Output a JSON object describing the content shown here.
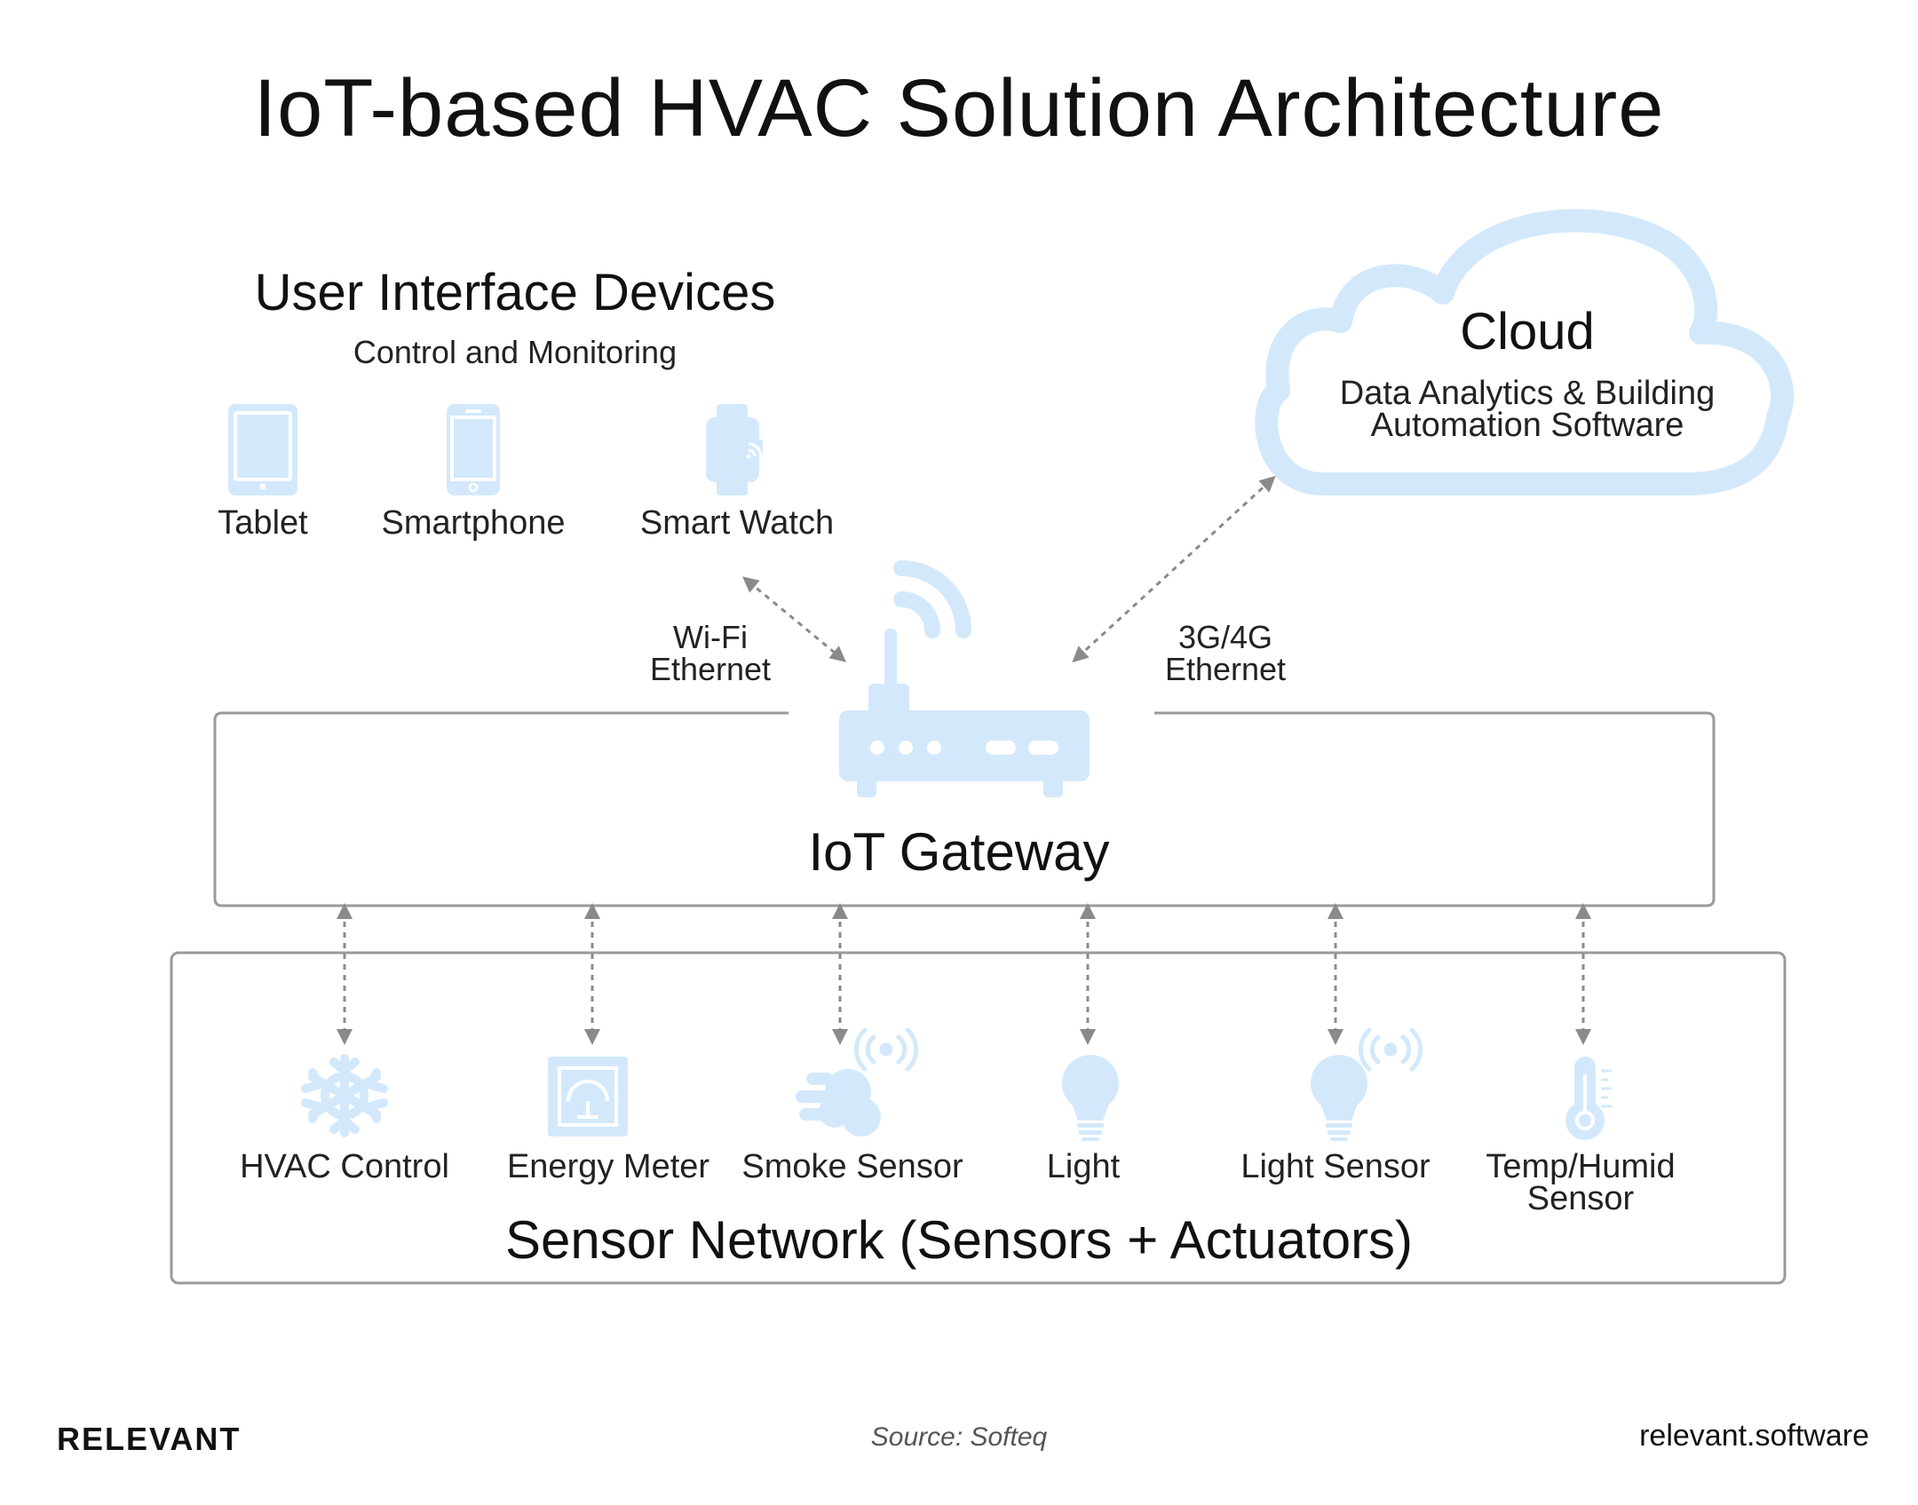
{
  "title": "IoT-based HVAC Solution Architecture",
  "user_interface": {
    "title": "User Interface Devices",
    "subtitle": "Control and Monitoring",
    "devices": [
      {
        "label": "Tablet",
        "icon": "tablet-icon"
      },
      {
        "label": "Smartphone",
        "icon": "smartphone-icon"
      },
      {
        "label": "Smart Watch",
        "icon": "smartwatch-icon"
      }
    ]
  },
  "cloud": {
    "title": "Cloud",
    "subtitle_line1": "Data Analytics & Building",
    "subtitle_line2": "Automation Software"
  },
  "connections": {
    "left_line1": "Wi-Fi",
    "left_line2": "Ethernet",
    "right_line1": "3G/4G",
    "right_line2": "Ethernet"
  },
  "gateway": {
    "label": "IoT Gateway",
    "icon": "router-icon"
  },
  "sensor_network": {
    "label": "Sensor Network (Sensors + Actuators)",
    "sensors": [
      {
        "label": "HVAC Control",
        "icon": "snowflake-icon"
      },
      {
        "label": "Energy Meter",
        "icon": "energy-meter-icon"
      },
      {
        "label": "Smoke Sensor",
        "icon": "smoke-sensor-icon"
      },
      {
        "label": "Light",
        "icon": "light-bulb-icon"
      },
      {
        "label": "Light Sensor",
        "icon": "light-sensor-icon"
      },
      {
        "label": "Temp/Humid",
        "label2": "Sensor",
        "icon": "thermometer-icon"
      }
    ]
  },
  "footer": {
    "brand": "RELEVANT",
    "source": "Source: Softeq",
    "site": "relevant.software"
  },
  "colors": {
    "icon_fill": "#d3e9fb",
    "box_stroke": "#9a9a9a",
    "arrow": "#8a8a8a",
    "text": "#111111"
  }
}
